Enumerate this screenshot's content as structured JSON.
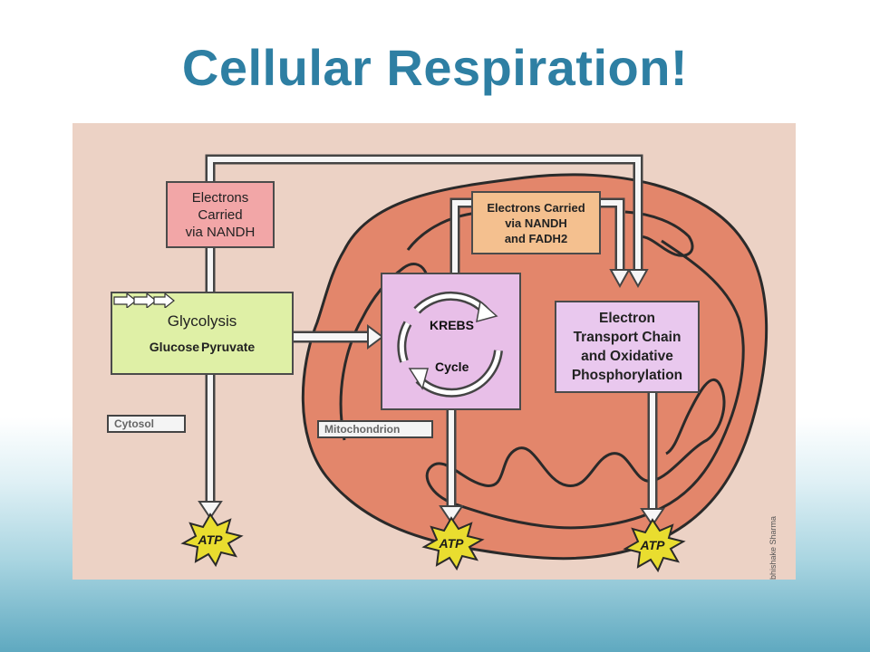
{
  "slide": {
    "title": "Cellular Respiration!"
  },
  "diagram": {
    "electrons_red": [
      "Electrons",
      "Carried",
      "via NANDH"
    ],
    "electrons_orange": [
      "Electrons Carried",
      "via NANDH",
      "and FADH2"
    ],
    "glycolysis": {
      "title": "Glycolysis",
      "glucose": "Glucose",
      "pyruvate": "Pyruvate"
    },
    "krebs": {
      "top": "KREBS",
      "bottom": "Cycle"
    },
    "etc": [
      "Electron",
      "Transport Chain",
      "and Oxidative",
      "Phosphorylation"
    ],
    "cytosol_label": "Cytosol",
    "mitochondrion_label": "Mitochondrion",
    "atp_label": "ATP",
    "credit": "Abhishake Sharma",
    "colors": {
      "title": "#2e7fa3",
      "mitochondrion": "#e3866b",
      "glycolysis_box": "#dff0a6",
      "electrons_box": "#f2a6a7",
      "fadh_box": "#f4c08f",
      "krebs_box": "#e8bfe8",
      "atp_star": "#e9dd2f"
    }
  }
}
